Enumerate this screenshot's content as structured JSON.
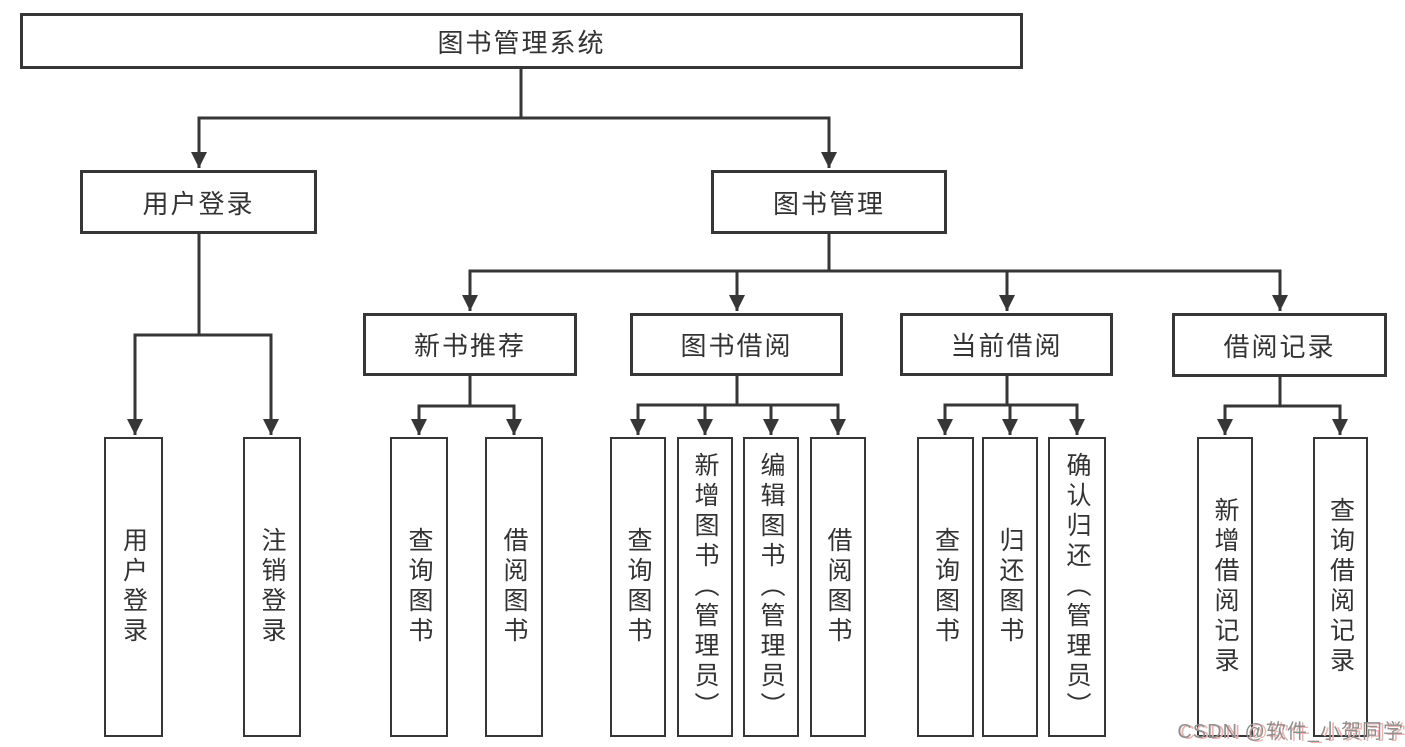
{
  "tree": {
    "root": {
      "label": "图书管理系统"
    },
    "branches": [
      {
        "label": "用户登录",
        "children": [
          {
            "label": "用户登录"
          },
          {
            "label": "注销登录"
          }
        ]
      },
      {
        "label": "图书管理",
        "children": [
          {
            "label": "新书推荐",
            "children": [
              {
                "label": "查询图书"
              },
              {
                "label": "借阅图书"
              }
            ]
          },
          {
            "label": "图书借阅",
            "children": [
              {
                "label": "查询图书"
              },
              {
                "label": "新增图书（管理员）"
              },
              {
                "label": "编辑图书（管理员）"
              },
              {
                "label": "借阅图书"
              }
            ]
          },
          {
            "label": "当前借阅",
            "children": [
              {
                "label": "查询图书"
              },
              {
                "label": "归还图书"
              },
              {
                "label": "确认归还（管理员）"
              }
            ]
          },
          {
            "label": "借阅记录",
            "children": [
              {
                "label": "新增借阅记录"
              },
              {
                "label": "查询借阅记录"
              }
            ]
          }
        ]
      }
    ]
  },
  "watermark": {
    "text": "CSDN @软件_小贺同学"
  },
  "colors": {
    "line": "#363636",
    "box_border": "#363636",
    "text": "#333333",
    "watermark_gray": "#8f8f8f",
    "watermark_shadow": "#eab4b0"
  }
}
